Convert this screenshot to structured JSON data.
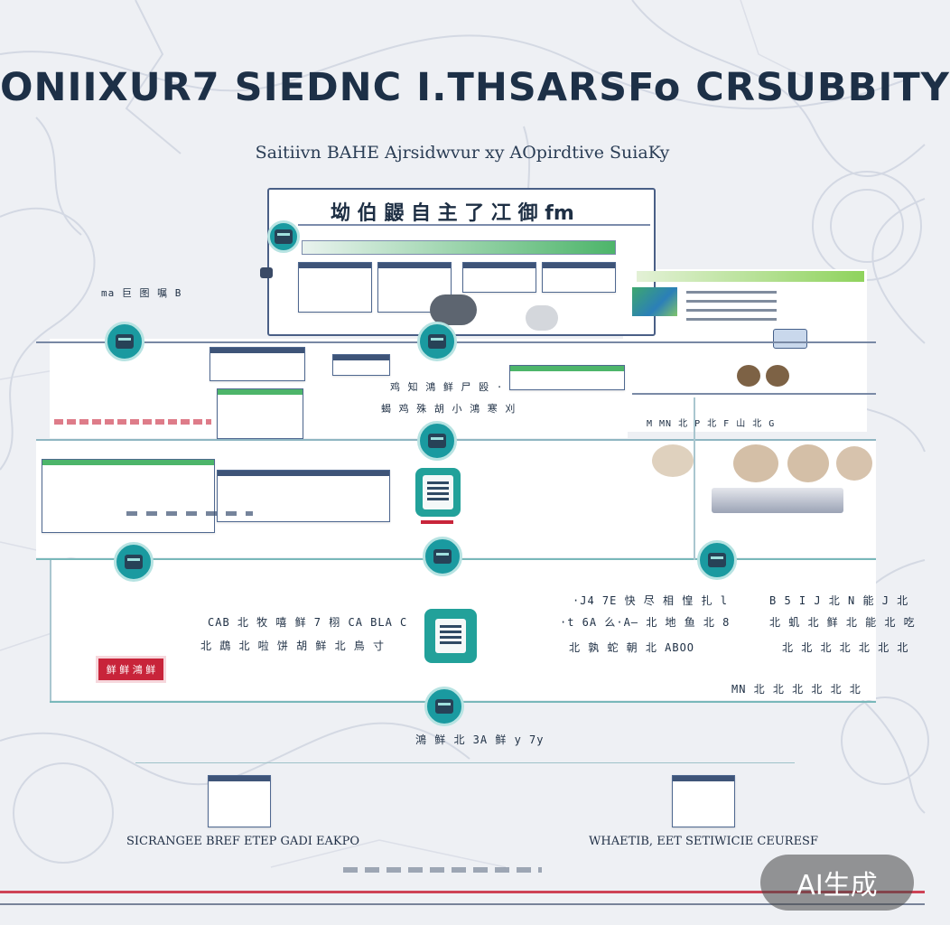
{
  "header": {
    "title": "ONIIXUR7 SIEDNC I.THSARSFo CRSUBBITY",
    "subtitle": "Saitiivn BAHE Ajrsidwvur xy AOpirdtive SuiaKy"
  },
  "frame": {
    "title": "坳 伯 鼹 自 主 了 冮 御 fm"
  },
  "labels": {
    "left_small": "ma 巨 图 嘱 B",
    "center_mid_1": "鸡 知 鴻 鲜 尸 殴 ·",
    "center_mid_2": "蝎 鸡 殊 胡 小 鴻 寒 刈",
    "right_row": "M MN 北 P 北 F 山 北 G",
    "left_lower_1": "CAB 北 牧 嘻 鲜 7 栩 CA BLA C",
    "left_lower_2": "北 鵡 北 啦 饼 胡 鲜 北 鳥 寸",
    "center_lower_1": "·J4 7E 快 尽 相 惶 扎 l",
    "center_lower_2": "·t 6A 么·A– 北 地 鱼 北 8",
    "center_lower_3": "北 孰 蛇 朝 北 ABOO",
    "right_lower_1": "B 5 I J 北 N 能 J 北",
    "right_lower_2": "北 虮 北 鲜 北 能 北 吃",
    "right_lower_3": "北 北 北 北 北 北 北",
    "right_lower_4": "MN 北 北 北 北 北 北",
    "bottom_center": "鴻 鲜 北 3A 鲜 y 7y",
    "red_tag": "鲜 鲜 鴻 鲜"
  },
  "footer": {
    "left": "SICRANGEE BREF ETEP GADI EAKPO",
    "right": "WHAETIB, EET SETIWICIE CEURESF"
  },
  "watermark": "AI生成",
  "colors": {
    "navy": "#1d3047",
    "teal": "#1a9aa0",
    "green": "#4db56a",
    "red": "#c8243a",
    "frame": "#4a5f86"
  },
  "icons": [
    "screen-icon",
    "document-icon",
    "robot-icon",
    "server-icon",
    "map-background"
  ]
}
